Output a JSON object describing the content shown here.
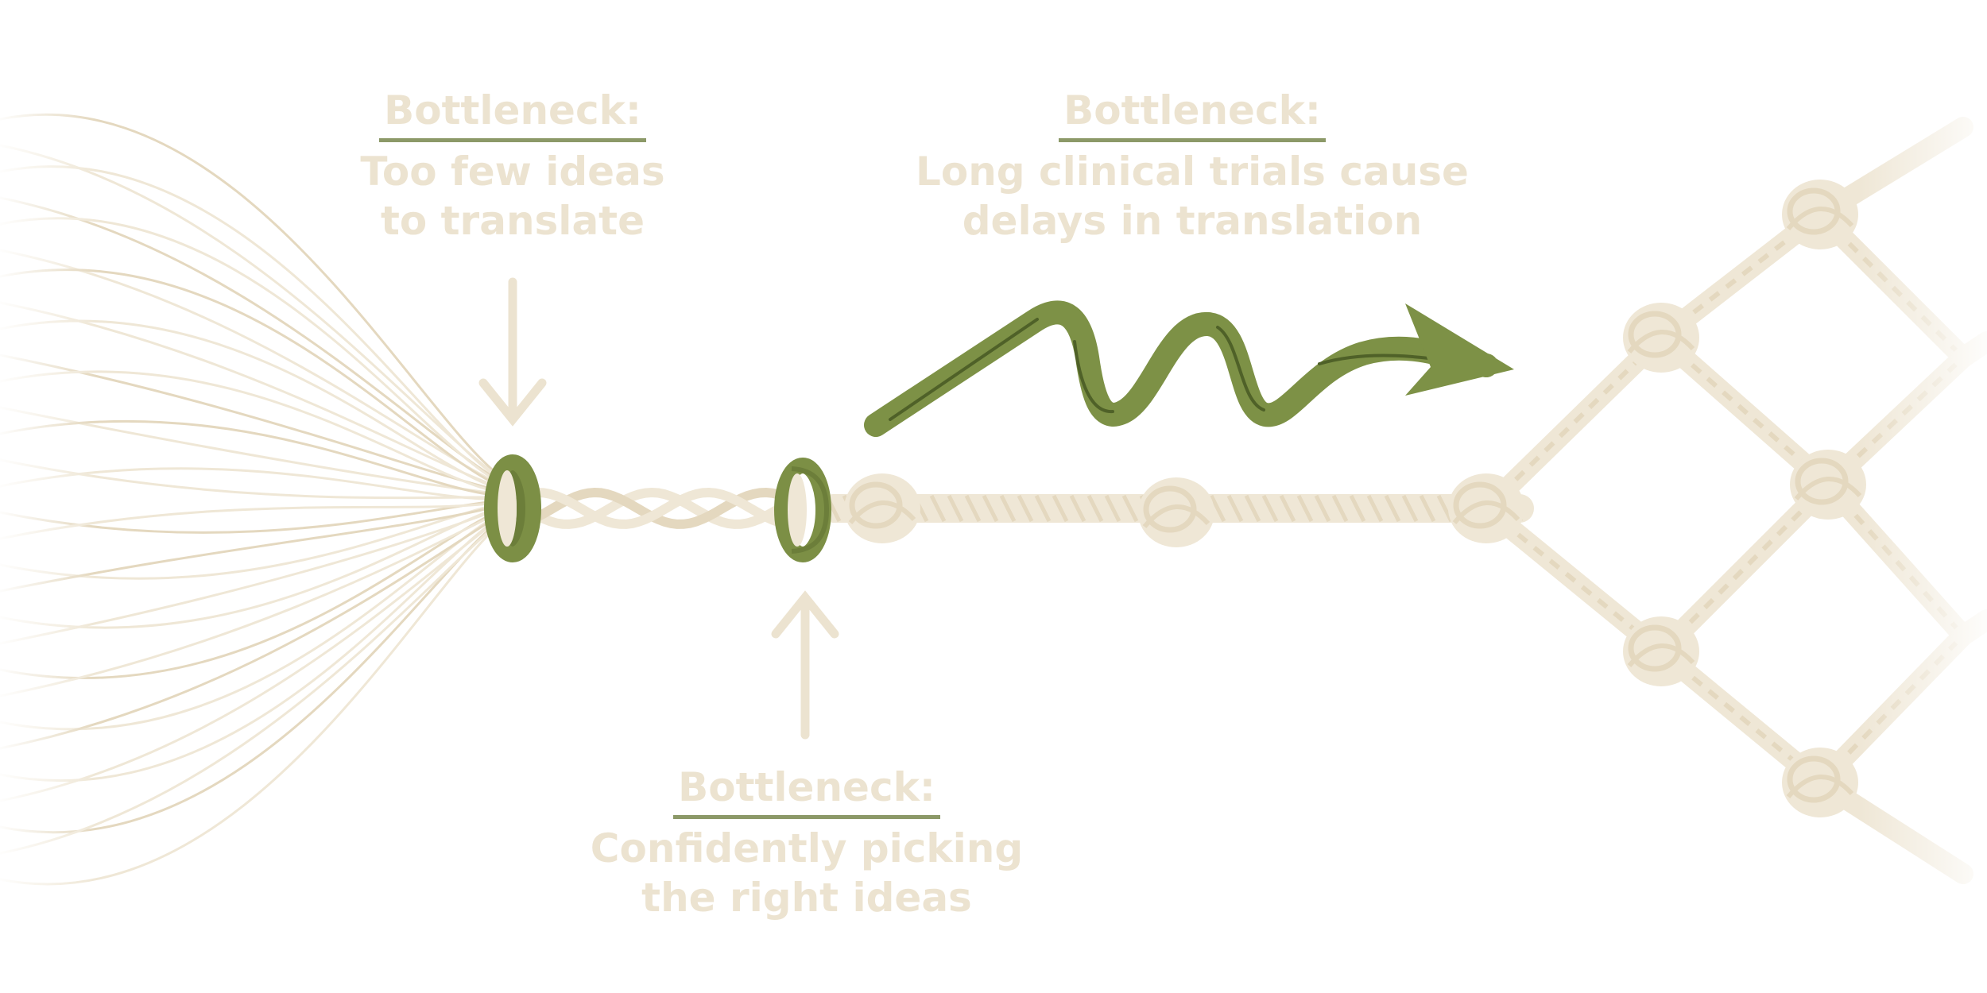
{
  "colors": {
    "background": "#ffffff",
    "rope": "#efe7d6",
    "rope_dark": "#e4d8bf",
    "text": "#ece3d0",
    "underline": "#8c9968",
    "ring": "#7c8f45",
    "arrow": "#7d9146"
  },
  "labels": [
    {
      "heading": "Bottleneck:",
      "line1": "Too few ideas",
      "line2": "to translate"
    },
    {
      "heading": "Bottleneck:",
      "line1": "Long clinical trials cause",
      "line2": "delays in translation"
    },
    {
      "heading": "Bottleneck:",
      "line1": "Confidently picking",
      "line2": "the right ideas"
    }
  ],
  "icons": {
    "down_arrow": "down-arrow-icon",
    "up_arrow": "up-arrow-icon",
    "squiggle_arrow": "squiggle-arrow-icon",
    "ring": "ring-icon",
    "knot": "knot-icon"
  }
}
